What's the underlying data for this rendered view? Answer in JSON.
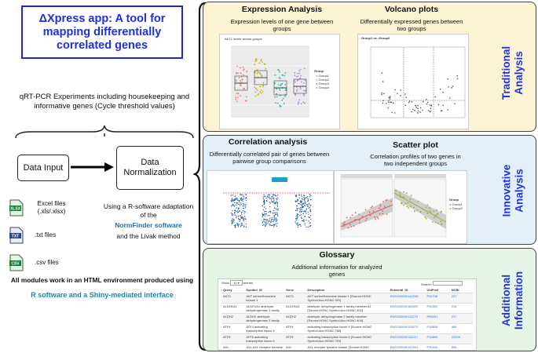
{
  "title": "ΔXpress app: A tool for mapping differentially correlated genes",
  "qrt_text": "qRT-PCR Experiments including housekeeping and informative genes (Cycle threshold values)",
  "nodes": {
    "data_input": "Data Input",
    "data_normalization": "Data Normalization"
  },
  "files": [
    {
      "icon": "XLSX",
      "label": "Excel files (.xls/.xlsx)"
    },
    {
      "icon": "TXT",
      "label": ".txt files"
    },
    {
      "icon": "CSV",
      "label": ".csv files"
    }
  ],
  "norm_text": {
    "line1": "Using a R-software adaptation of the",
    "software": "NormFinder software",
    "line2": "and the Livak method"
  },
  "footer": {
    "line1": "All modules work in an HTML environment produced using",
    "line2": "R software and a Shiny-mediated interface"
  },
  "panels": {
    "traditional": {
      "side_label": "Traditional Analysis",
      "expression": {
        "title": "Expression Analysis",
        "subtitle": "Expression levels of one gene between groups",
        "plot_title": "AKT1 levels across groups",
        "legend_title": "Group",
        "legend": [
          "Group1",
          "Group2",
          "Group3",
          "Group4"
        ]
      },
      "volcano": {
        "title": "Volcano plots",
        "subtitle": "Differentially expressed genes between two groups",
        "plot_title": "Group1 vs. Group2"
      }
    },
    "innovative": {
      "side_label": "Innovative Analysis",
      "correlation": {
        "title": "Correlation analysis",
        "subtitle": "Differentially correlated pair of genes between pairwise group comparisons"
      },
      "scatter": {
        "title": "Scatter plot",
        "subtitle": "Correlation profiles of two genes in two independent groups",
        "legend_title": "Group",
        "legend": [
          "Group1",
          "Group2"
        ]
      }
    },
    "additional": {
      "side_label": "Additional Information",
      "glossary": {
        "title": "Glossary",
        "subtitle": "Additional information for analyzed genes",
        "show_label": "Show",
        "entries_label": "entries",
        "search_label": "Search:",
        "columns": [
          "Query",
          "Symbol_ID",
          "Gene",
          "Description",
          "Ensembl_ID",
          "UniProt",
          "NCBI"
        ],
        "rows": [
          [
            "AKT1",
            "AKT serine/threonine kinase 1",
            "AKT1",
            "AKT serine/threonine kinase 1 [Source:HGNC Symbol;Acc:HGNC:391]",
            "ENSG00000142208",
            "P31749",
            "207"
          ],
          [
            "ALDH1A1",
            "ALDH1A1 aldehyde dehydrogenase 1 family member A1",
            "ALDH1A1",
            "aldehyde dehydrogenase 1 family member A1 [Source:HGNC Symbol;Acc:HGNC:402]",
            "ENSG00000165092",
            "P00352",
            "216"
          ],
          [
            "ALDH2",
            "ALDH2 aldehyde dehydrogenase 2 family member",
            "ALDH2",
            "aldehyde dehydrogenase 2 family member [Source:HGNC Symbol;Acc:HGNC:404]",
            "ENSG00000111275",
            "P05091",
            "217"
          ],
          [
            "ATF4",
            "ATF4 activating transcription factor 4",
            "ATF4",
            "activating transcription factor 4 [Source:HGNC Symbol;Acc:HGNC:786]",
            "ENSG00000128272",
            "P18848",
            "468"
          ],
          [
            "ATF6",
            "ATF6 activating transcription factor 6",
            "ATF6",
            "activating transcription factor 6 [Source:HGNC Symbol;Acc:HGNC:791]",
            "ENSG00000118217",
            "P18850",
            "22926"
          ],
          [
            "AXL",
            "AXL AXL receptor tyrosine kinase",
            "AXL",
            "AXL receptor tyrosine kinase [Source:HGNC Symbol;Acc:HGNC:905]",
            "ENSG00000167601",
            "P30530",
            "558"
          ]
        ]
      }
    }
  }
}
